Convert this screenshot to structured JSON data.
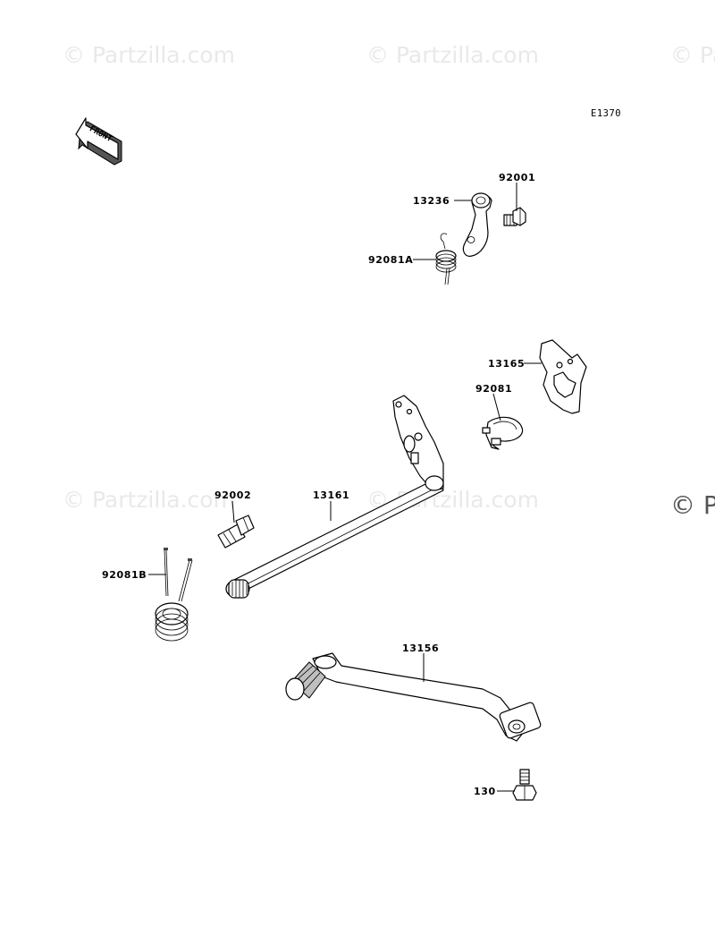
{
  "watermarks": {
    "text": "© Partzilla.com",
    "partial_text": "© Pa"
  },
  "diagram": {
    "code": "E1370",
    "front_marker": "FRONT"
  },
  "parts": [
    {
      "id": "13236"
    },
    {
      "id": "92001"
    },
    {
      "id": "92081A"
    },
    {
      "id": "13165"
    },
    {
      "id": "92081"
    },
    {
      "id": "92002"
    },
    {
      "id": "13161"
    },
    {
      "id": "92081B"
    },
    {
      "id": "13156"
    },
    {
      "id": "130"
    }
  ]
}
